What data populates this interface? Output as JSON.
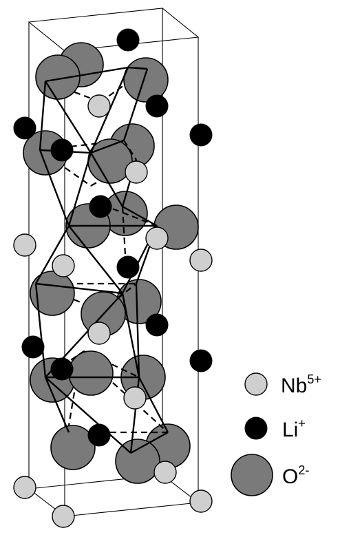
{
  "legend": {
    "nb": {
      "symbol": "Nb",
      "charge": "5+"
    },
    "li": {
      "symbol": "Li",
      "charge": "+"
    },
    "o": {
      "symbol": "O",
      "charge": "2-"
    }
  },
  "colors": {
    "niobium": "#cfcfcf",
    "lithium": "#000000",
    "oxygen": "#7a7a7a"
  }
}
